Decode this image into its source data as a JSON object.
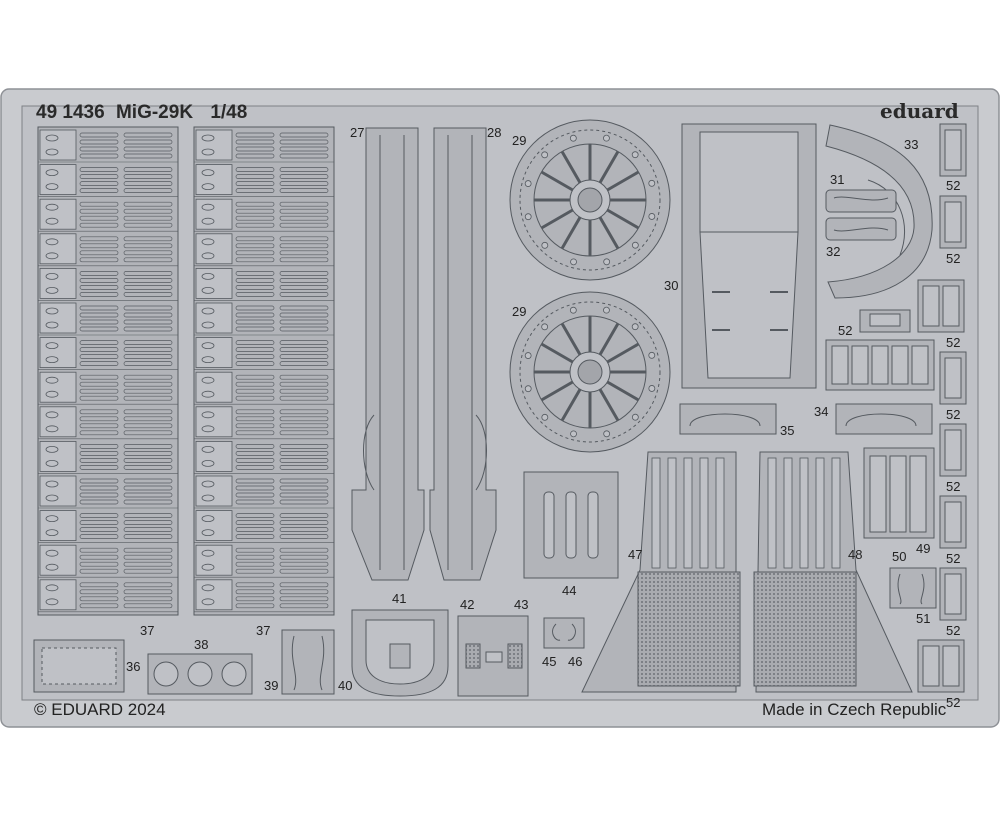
{
  "fret": {
    "header": {
      "set_number": "49 1436",
      "aircraft": "MiG-29K",
      "scale": "1/48"
    },
    "brand": "eduard",
    "copyright": "© EDUARD 2024",
    "origin": "Made in Czech Republic",
    "colors": {
      "border": "#c9cbcf",
      "metal": "#bfc1c6",
      "part": "#b2b4b9",
      "line": "#555a60"
    },
    "part_numbers": [
      "27",
      "28",
      "29",
      "29",
      "30",
      "31",
      "32",
      "33",
      "34",
      "35",
      "36",
      "37",
      "37",
      "38",
      "39",
      "40",
      "41",
      "42",
      "43",
      "44",
      "45",
      "46",
      "47",
      "48",
      "49",
      "50",
      "51",
      "52",
      "52",
      "52",
      "52",
      "52",
      "52",
      "52",
      "52",
      "52"
    ]
  }
}
